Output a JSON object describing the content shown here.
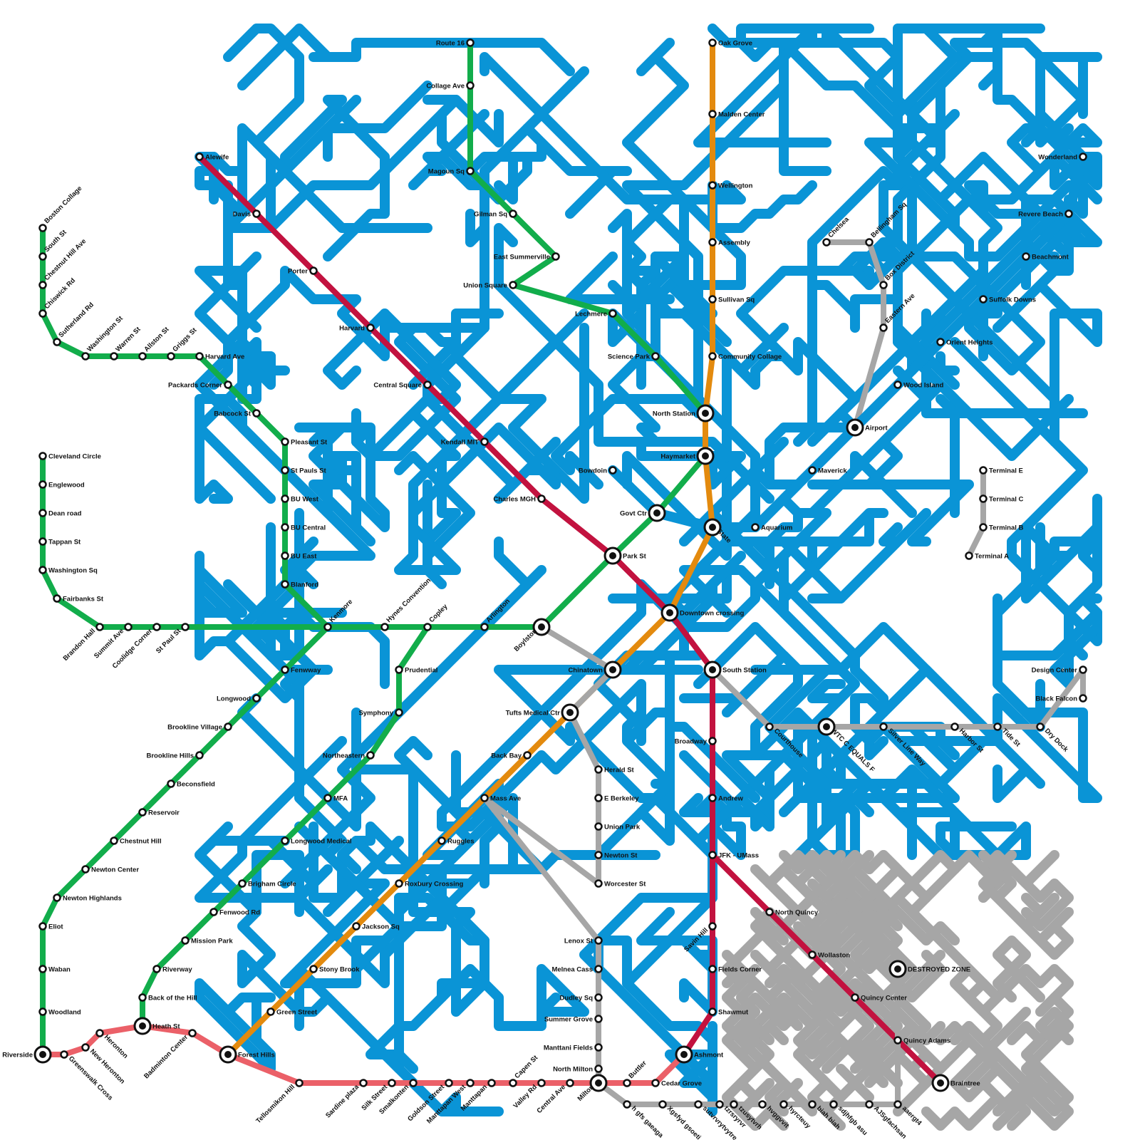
{
  "colors": {
    "green": "#12ad4b",
    "red": "#c2123f",
    "orange": "#e38a0e",
    "grey": "#a6a6a6",
    "blue": "#0a94d6",
    "pink": "#eb6068",
    "background": "#ffffff"
  },
  "lines": [
    {
      "color": "green",
      "stations": [
        "Route 16",
        "Collage Ave",
        "Magoun Sq",
        "Gilman Sq",
        "East Summerville",
        "Union Square",
        "Lechmere",
        "Science Park",
        "North Station",
        "Haymarket",
        "Govt Ctr",
        "Park St",
        "Boylston",
        "Arlington",
        "Copley",
        "Hynes Convention",
        "Kenmore"
      ]
    },
    {
      "color": "green",
      "stations": [
        "Boston Collage",
        "South St",
        "Chestnut Hill Ave",
        "Chiswick Rd",
        "Sutherland Rd",
        "Washington St",
        "Warren St",
        "Allston St",
        "Griggs St",
        "Harvard Ave",
        "Packards Corner",
        "Babcock St",
        "Pleasant St",
        "St Pauls St",
        "BU West",
        "BU Central",
        "BU East",
        "Blanford",
        "Kenmore"
      ]
    },
    {
      "color": "green",
      "stations": [
        "Cleveland Circle",
        "Englewood",
        "Dean road",
        "Tappan St",
        "Washington Sq",
        "Fairbanks St",
        "Brandon Hall",
        "Summit Ave",
        "Coolidge Corner",
        "St Paul St",
        "Kenmore"
      ]
    },
    {
      "color": "green",
      "stations": [
        "Riverside",
        "Woodland",
        "Waban",
        "Eliot",
        "Newton Highlands",
        "Newton Center",
        "Chestnut Hill",
        "Reservoir",
        "Beconsfield",
        "Brookline Hills",
        "Brookline Village",
        "Longwood",
        "Fenwway",
        "Kenmore"
      ]
    },
    {
      "color": "green",
      "stations": [
        "Copley",
        "Prudential",
        "Symphony",
        "Northeastern",
        "MFA",
        "Longwood Medical",
        "Brigham Circle",
        "Fenwood Rd",
        "Mission Park",
        "Riverway",
        "Back of the Hill",
        "Heath St"
      ]
    },
    {
      "color": "red",
      "stations": [
        "Alewife",
        "Davis",
        "Porter",
        "Harvard",
        "Central Square",
        "Kendall MIT",
        "Charles MGH",
        "Park St",
        "Downtown crossing",
        "South Station",
        "Broadway",
        "Andrew",
        "JFK - UMass",
        "Savin Hill",
        "Fields Corner",
        "Shawmut",
        "Ashmont"
      ]
    },
    {
      "color": "red",
      "stations": [
        "JFK - UMass",
        "North Quincy",
        "Wollaston",
        "Quincy Center",
        "Quincy Adams",
        "Braintree"
      ]
    },
    {
      "color": "orange",
      "stations": [
        "Oak Grove",
        "Malden Center",
        "Wellington",
        "Assembly",
        "Sullivan Sq",
        "Community Collage",
        "North Station",
        "Haymarket",
        "State",
        "Downtown crossing",
        "Chinatown",
        "Tufts Medical Ctr",
        "Back Bay",
        "Mass Ave",
        "Ruggles",
        "Roxbury Crossing",
        "Jackson Sq",
        "Stony Brook",
        "Green Street",
        "Forest Hills"
      ]
    },
    {
      "color": "grey",
      "stations": [
        "Chelsea",
        "Bellingham Sq",
        "Box District",
        "Eastern Ave",
        "Airport"
      ]
    },
    {
      "color": "grey",
      "stations": [
        "Terminal E",
        "Terminal C",
        "Terminal B",
        "Terminal A"
      ]
    },
    {
      "color": "grey",
      "stations": [
        "South Station",
        "Courthouse",
        "WTC C EQUALS F",
        "Silver Line Way",
        "Harbor St",
        "Tide St",
        "Dry Dock",
        "Design Center",
        "Black Falcon"
      ]
    },
    {
      "color": "grey",
      "stations": [
        "Boylston",
        "Chinatown",
        "Tufts Medical Ctr",
        "Herald St",
        "E Berkeley",
        "Union Park",
        "Newton St",
        "Worcester St",
        "Mass Ave",
        "Lenox St",
        "Melnea Cass",
        "Dudley Sq",
        "Summer Grove",
        "Manttani Fields",
        "North Milton",
        "Milton"
      ]
    },
    {
      "color": "grey",
      "stations": [
        "Milton",
        "h gfs gaeaga",
        "Xgsfyd gsoeti",
        "sutvrvrytvytre",
        "tzrsryrvr",
        "tzusytvrh",
        "hvggvvit",
        "hyrcteuy",
        "biah biah",
        "sdjhfgb asu",
        "AJSgfachsan",
        "aaergt4",
        "DESTROYED ZONE"
      ]
    },
    {
      "color": "pink",
      "stations": [
        "Riverside",
        "Greenswalk Cross",
        "New Heronton",
        "Heronton",
        "Heath St",
        "Badminton Center",
        "Forest Hills",
        "Tellosmikon Hill",
        "Sardine plaza",
        "Silk Street",
        "Smalkonten",
        "Goldson Street",
        "Manttapan West",
        "Manttapan",
        "Capen St",
        "Valley Rd",
        "Central Ave",
        "Milton",
        "Buttler",
        "Cedar Grove",
        "Ashmont"
      ]
    },
    {
      "color": "blue",
      "stations": [
        "Airport",
        "Wood Island",
        "Orient Heights",
        "Suffolk Downs",
        "Beachmont",
        "Revere Beach",
        "Wonderland"
      ]
    },
    {
      "color": "blue",
      "stations": [
        "Bowdoin",
        "Govt Ctr",
        "State",
        "Aquarium",
        "Maverick",
        "Airport"
      ]
    }
  ],
  "stations": [
    {
      "name": "Route 16"
    },
    {
      "name": "Collage Ave"
    },
    {
      "name": "Magoun Sq"
    },
    {
      "name": "Gilman Sq"
    },
    {
      "name": "East Summerville"
    },
    {
      "name": "Union Square"
    },
    {
      "name": "Lechmere"
    },
    {
      "name": "Science Park"
    },
    {
      "name": "North Station"
    },
    {
      "name": "Haymarket"
    },
    {
      "name": "Govt Ctr"
    },
    {
      "name": "Park St"
    },
    {
      "name": "Boylston"
    },
    {
      "name": "Arlington"
    },
    {
      "name": "Copley"
    },
    {
      "name": "Hynes Convention"
    },
    {
      "name": "Kenmore"
    },
    {
      "name": "Alewife"
    },
    {
      "name": "Davis"
    },
    {
      "name": "Porter"
    },
    {
      "name": "Harvard"
    },
    {
      "name": "Central Square"
    },
    {
      "name": "Kendall MIT"
    },
    {
      "name": "Charles MGH"
    },
    {
      "name": "Downtown crossing"
    },
    {
      "name": "South Station"
    },
    {
      "name": "Broadway"
    },
    {
      "name": "Andrew"
    },
    {
      "name": "JFK - UMass"
    },
    {
      "name": "Savin Hill"
    },
    {
      "name": "Fields Corner"
    },
    {
      "name": "Shawmut"
    },
    {
      "name": "Ashmont"
    },
    {
      "name": "North Quincy"
    },
    {
      "name": "Wollaston"
    },
    {
      "name": "Quincy Center"
    },
    {
      "name": "Quincy Adams"
    },
    {
      "name": "Braintree"
    },
    {
      "name": "Oak Grove"
    },
    {
      "name": "Malden Center"
    },
    {
      "name": "Wellington"
    },
    {
      "name": "Assembly"
    },
    {
      "name": "Sullivan Sq"
    },
    {
      "name": "Community Collage"
    },
    {
      "name": "State"
    },
    {
      "name": "Chinatown"
    },
    {
      "name": "Tufts Medical Ctr"
    },
    {
      "name": "Back Bay"
    },
    {
      "name": "Mass Ave"
    },
    {
      "name": "Ruggles"
    },
    {
      "name": "Roxbury Crossing"
    },
    {
      "name": "Jackson Sq"
    },
    {
      "name": "Stony Brook"
    },
    {
      "name": "Green Street"
    },
    {
      "name": "Forest Hills"
    },
    {
      "name": "Boston Collage"
    },
    {
      "name": "South St"
    },
    {
      "name": "Chestnut Hill Ave"
    },
    {
      "name": "Chiswick Rd"
    },
    {
      "name": "Sutherland Rd"
    },
    {
      "name": "Washington St"
    },
    {
      "name": "Warren St"
    },
    {
      "name": "Allston St"
    },
    {
      "name": "Griggs St"
    },
    {
      "name": "Harvard Ave"
    },
    {
      "name": "Packards Corner"
    },
    {
      "name": "Babcock St"
    },
    {
      "name": "Pleasant St"
    },
    {
      "name": "St Pauls St"
    },
    {
      "name": "BU West"
    },
    {
      "name": "BU Central"
    },
    {
      "name": "BU East"
    },
    {
      "name": "Blanford"
    },
    {
      "name": "Cleveland Circle"
    },
    {
      "name": "Englewood"
    },
    {
      "name": "Dean road"
    },
    {
      "name": "Tappan St"
    },
    {
      "name": "Washington Sq"
    },
    {
      "name": "Fairbanks St"
    },
    {
      "name": "Brandon Hall"
    },
    {
      "name": "Summit Ave"
    },
    {
      "name": "Coolidge Corner"
    },
    {
      "name": "St Paul St"
    },
    {
      "name": "Fenwway"
    },
    {
      "name": "Longwood"
    },
    {
      "name": "Brookline Village"
    },
    {
      "name": "Brookline Hills"
    },
    {
      "name": "Beconsfield"
    },
    {
      "name": "Reservoir"
    },
    {
      "name": "Chestnut Hill"
    },
    {
      "name": "Newton Center"
    },
    {
      "name": "Newton Highlands"
    },
    {
      "name": "Eliot"
    },
    {
      "name": "Waban"
    },
    {
      "name": "Woodland"
    },
    {
      "name": "Riverside"
    },
    {
      "name": "Prudential"
    },
    {
      "name": "Symphony"
    },
    {
      "name": "Northeastern"
    },
    {
      "name": "MFA"
    },
    {
      "name": "Longwood Medical"
    },
    {
      "name": "Brigham Circle"
    },
    {
      "name": "Fenwood Rd"
    },
    {
      "name": "Mission Park"
    },
    {
      "name": "Riverway"
    },
    {
      "name": "Back of the Hill"
    },
    {
      "name": "Heath St"
    },
    {
      "name": "Chelsea"
    },
    {
      "name": "Bellingham Sq"
    },
    {
      "name": "Box District"
    },
    {
      "name": "Eastern Ave"
    },
    {
      "name": "Airport"
    },
    {
      "name": "Terminal E"
    },
    {
      "name": "Terminal C"
    },
    {
      "name": "Terminal B"
    },
    {
      "name": "Terminal A"
    },
    {
      "name": "Courthouse"
    },
    {
      "name": "WTC C EQUALS F"
    },
    {
      "name": "Silver Line Way"
    },
    {
      "name": "Harbor St"
    },
    {
      "name": "Tide St"
    },
    {
      "name": "Dry Dock"
    },
    {
      "name": "Design Center"
    },
    {
      "name": "Black Falcon"
    },
    {
      "name": "Herald St"
    },
    {
      "name": "E Berkeley"
    },
    {
      "name": "Union Park"
    },
    {
      "name": "Newton St"
    },
    {
      "name": "Worcester St"
    },
    {
      "name": "Lenox St"
    },
    {
      "name": "Melnea Cass"
    },
    {
      "name": "Dudley Sq"
    },
    {
      "name": "Summer Grove"
    },
    {
      "name": "Manttani Fields"
    },
    {
      "name": "North Milton"
    },
    {
      "name": "Milton"
    },
    {
      "name": "Greenswalk Cross"
    },
    {
      "name": "New Heronton"
    },
    {
      "name": "Heronton"
    },
    {
      "name": "Badminton Center"
    },
    {
      "name": "Tellosmikon Hill"
    },
    {
      "name": "Sardine plaza"
    },
    {
      "name": "Silk Street"
    },
    {
      "name": "Smalkonten"
    },
    {
      "name": "Goldson Street"
    },
    {
      "name": "Manttapan West"
    },
    {
      "name": "Manttapan"
    },
    {
      "name": "Capen St"
    },
    {
      "name": "Valley Rd"
    },
    {
      "name": "Central Ave"
    },
    {
      "name": "Buttler"
    },
    {
      "name": "Cedar Grove"
    },
    {
      "name": "Wonderland"
    },
    {
      "name": "Revere Beach"
    },
    {
      "name": "Beachmont"
    },
    {
      "name": "Suffolk Downs"
    },
    {
      "name": "Orient Heights"
    },
    {
      "name": "Wood Island"
    },
    {
      "name": "Maverick"
    },
    {
      "name": "Aquarium"
    },
    {
      "name": "Bowdoin"
    },
    {
      "name": "DESTROYED ZONE"
    },
    {
      "name": "h gfs gaeaga"
    },
    {
      "name": "Xgsfyd gsoeti"
    },
    {
      "name": "sutvrvrytvytre"
    },
    {
      "name": "tzrsryrvr"
    },
    {
      "name": "tzusytvrh"
    },
    {
      "name": "hvggvvit"
    },
    {
      "name": "hyrcteuy"
    },
    {
      "name": "biah biah"
    },
    {
      "name": "sdjhfgb asu"
    },
    {
      "name": "AJSgfachsan"
    },
    {
      "name": "aaergt4"
    }
  ]
}
